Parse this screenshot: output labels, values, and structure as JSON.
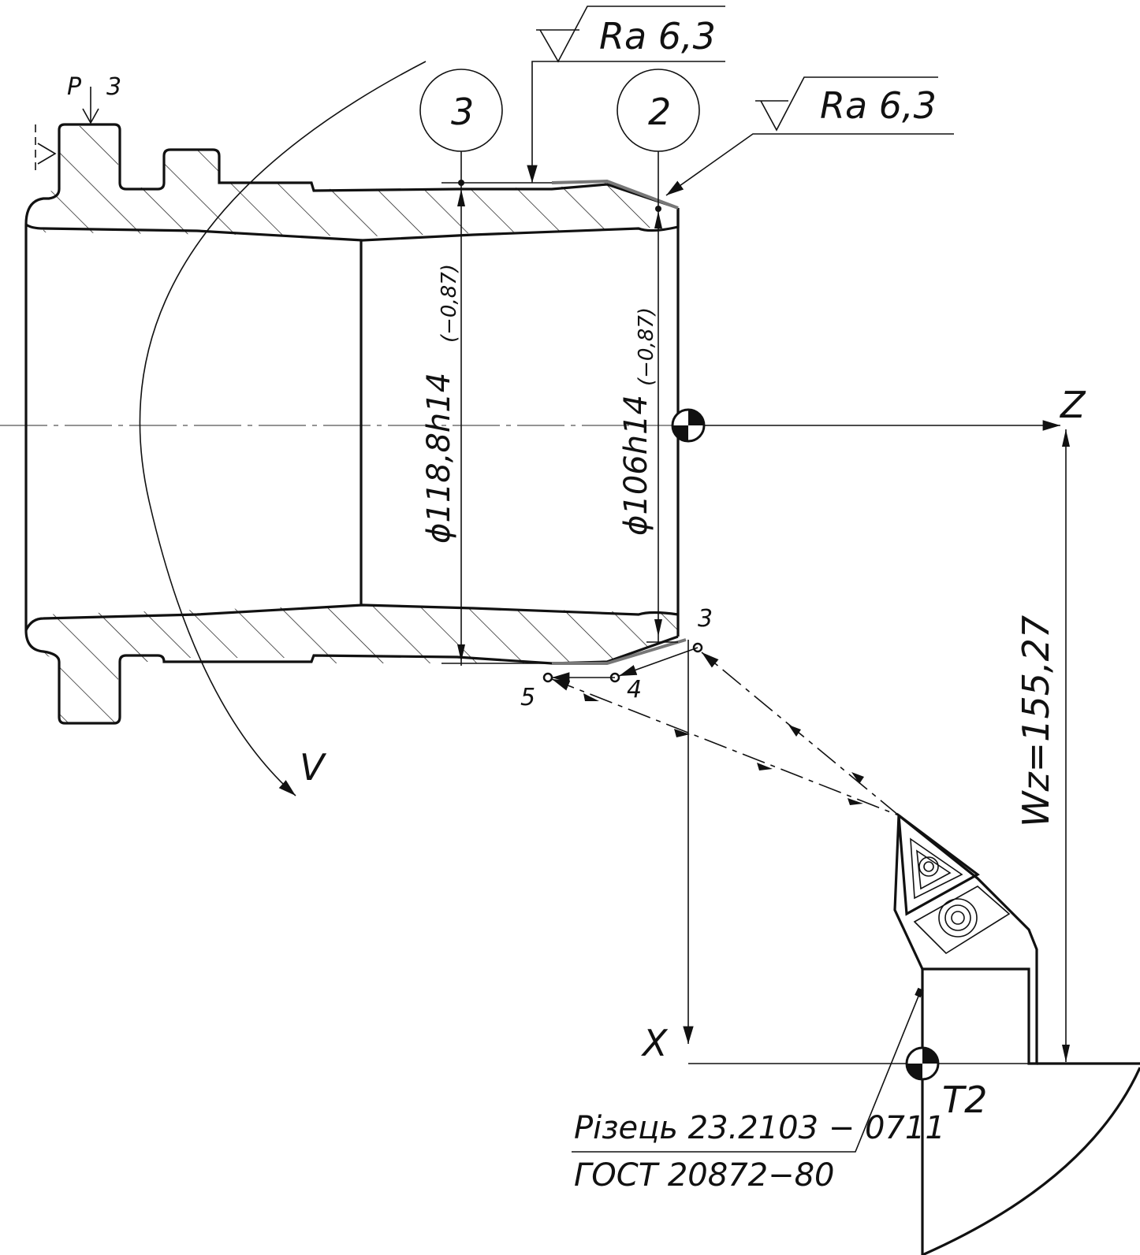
{
  "roughness": {
    "top_left": "Ra 6,3",
    "top_right": "Ra 6,3",
    "base_p": "P",
    "base_3": "3"
  },
  "callouts": {
    "c3": "3",
    "c2": "2"
  },
  "dimensions": {
    "d1": "ϕ118,8h14",
    "d1_tol": "(−0,87)",
    "d2": "ϕ106h14",
    "d2_tol": "(−0,87)",
    "wz": "Wz=155,27"
  },
  "points": {
    "p3": "3",
    "p4": "4",
    "p5": "5"
  },
  "axes": {
    "z": "Z",
    "x": "X",
    "v": "V"
  },
  "tool": {
    "name": "T2",
    "line1": "Різець 23.2103 − 0711",
    "line2": "ГОСТ 20872−80"
  }
}
